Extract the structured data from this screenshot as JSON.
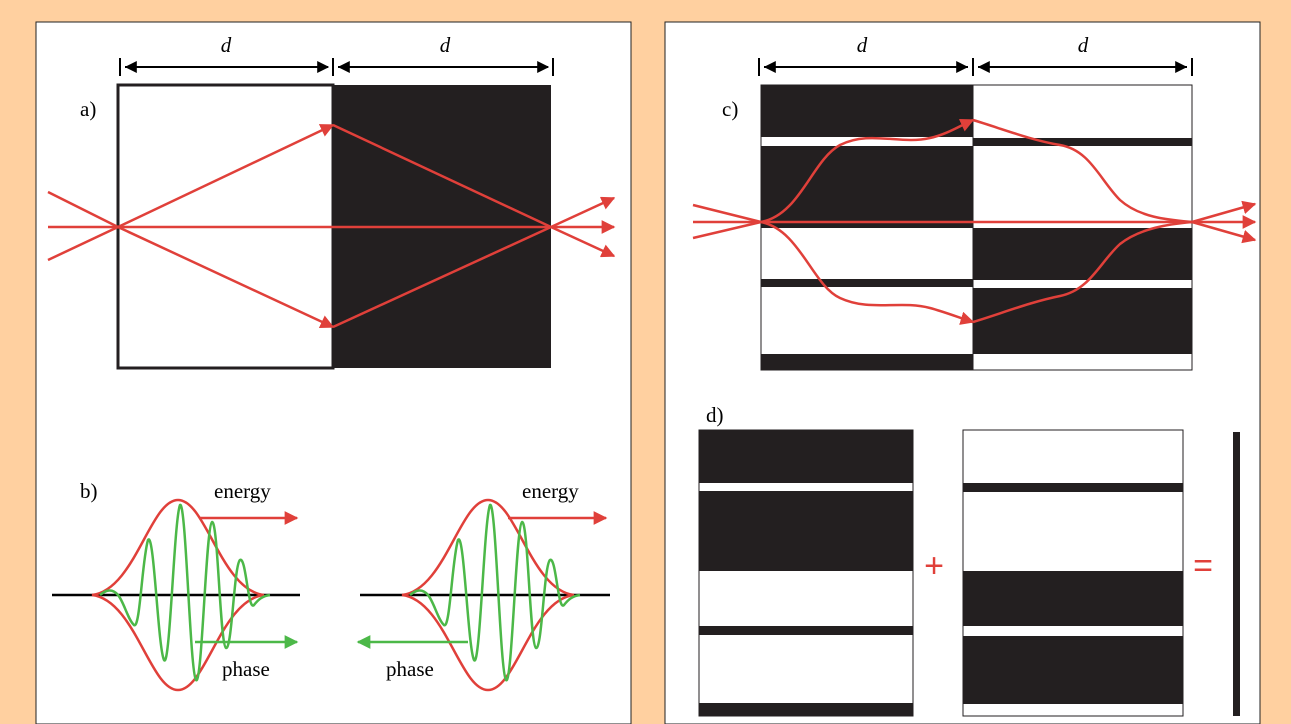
{
  "labels": {
    "distance": "d",
    "panel_a": "a)",
    "panel_b": "b)",
    "panel_c": "c)",
    "panel_d": "d)",
    "energy": "energy",
    "phase": "phase",
    "plus": "+",
    "equals": "="
  },
  "colors": {
    "background": "#ffd0a0",
    "ray": "#e0403a",
    "wave": "#4cb848",
    "material": "#231f20"
  }
}
